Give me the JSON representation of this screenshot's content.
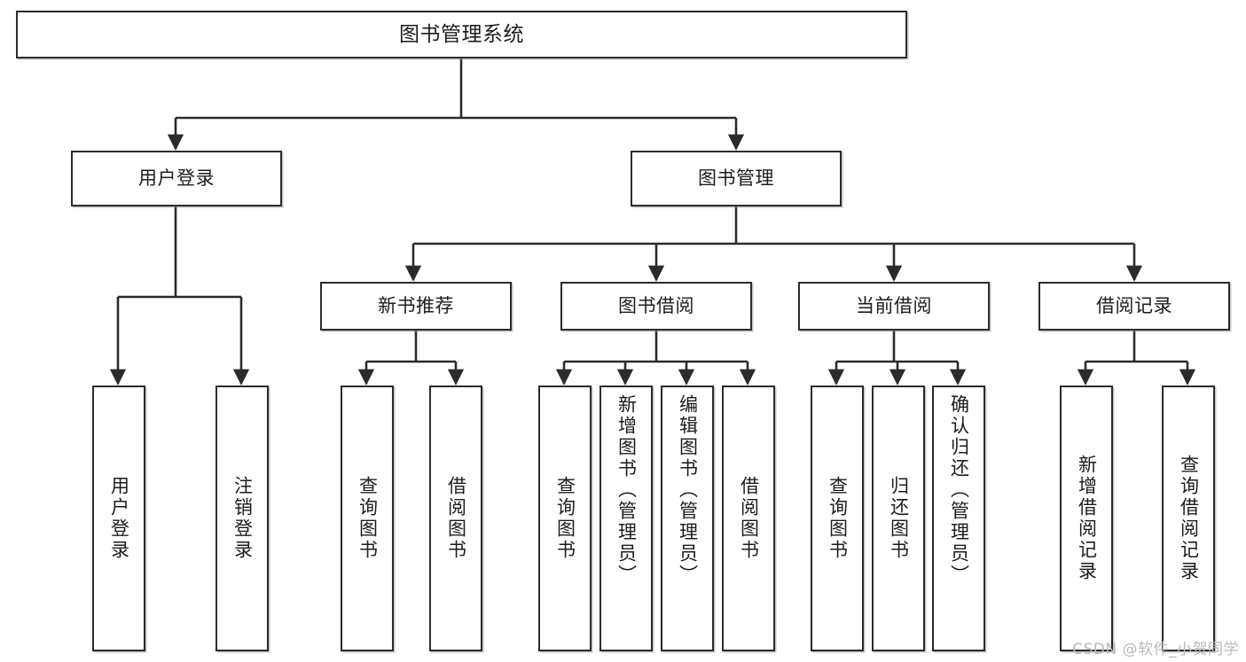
{
  "diagram": {
    "title": "图书管理系统",
    "type": "tree-hierarchy",
    "watermark": "CSDN @软件_小贺同学",
    "colors": {
      "stroke": "#2b2b2b",
      "fill": "#ffffff",
      "text": "#1c1c1c",
      "watermark": "#b9b9b9",
      "background": "#ffffff"
    },
    "root": {
      "label": "图书管理系统"
    },
    "level1": [
      {
        "label": "用户登录"
      },
      {
        "label": "图书管理"
      }
    ],
    "level2": [
      {
        "label": "新书推荐"
      },
      {
        "label": "图书借阅"
      },
      {
        "label": "当前借阅"
      },
      {
        "label": "借阅记录"
      }
    ],
    "leaves": {
      "user_login": [
        {
          "label": "用户登录"
        },
        {
          "label": "注销登录"
        }
      ],
      "new_book_recommend": [
        {
          "label": "查询图书"
        },
        {
          "label": "借阅图书"
        }
      ],
      "book_borrow": [
        {
          "label": "查询图书"
        },
        {
          "label": "新增图书（管理员）"
        },
        {
          "label": "编辑图书（管理员）"
        },
        {
          "label": "借阅图书"
        }
      ],
      "current_borrow": [
        {
          "label": "查询图书"
        },
        {
          "label": "归还图书"
        },
        {
          "label": "确认归还（管理员）"
        }
      ],
      "borrow_record": [
        {
          "label": "新增借阅记录"
        },
        {
          "label": "查询借阅记录"
        }
      ]
    }
  }
}
